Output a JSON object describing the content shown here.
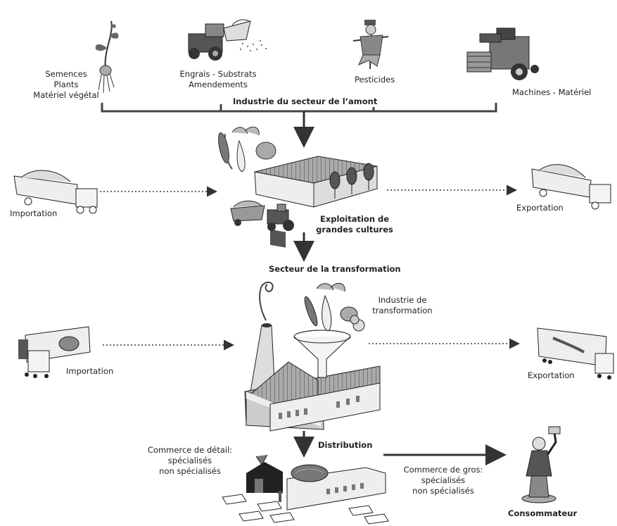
{
  "upstream": {
    "seeds": [
      "Semences",
      "Plants",
      "Matériel végétal"
    ],
    "fertilizers": [
      "Engrais - Substrats",
      "Amendements"
    ],
    "pesticides": "Pesticides",
    "machines": "Machines - Matériel",
    "title": "Industrie du secteur de l’amont"
  },
  "farm": {
    "title": [
      "Exploitation de",
      "grandes cultures"
    ],
    "import_label": "Importation",
    "export_label": "Exportation"
  },
  "processing": {
    "sector_title": "Secteur de la transformation",
    "industry_label": [
      "Industrie de",
      "transformation"
    ],
    "import_label": "Importation",
    "export_label": "Exportation"
  },
  "distribution": {
    "title": "Distribution",
    "retail": [
      "Commerce de détail:",
      "spécialisés",
      "non spécialisés"
    ],
    "wholesale": [
      "Commerce de gros:",
      "spécialisés",
      "non spécialisés"
    ],
    "consumer": "Consommateur"
  },
  "colors": {
    "ink": "#333333",
    "mid": "#777777",
    "light": "#bbbbbb",
    "pale": "#e6e6e6"
  }
}
